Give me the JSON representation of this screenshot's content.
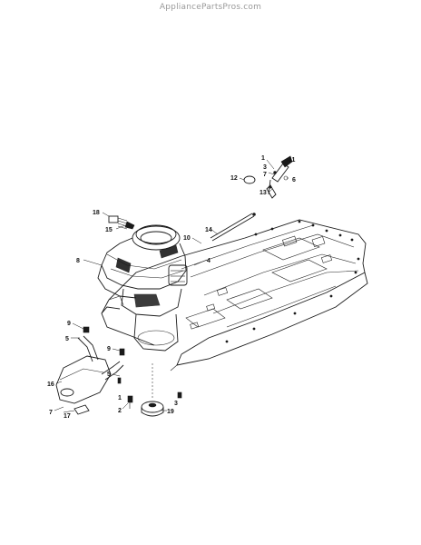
{
  "watermark": "AppliancePartsPros.com",
  "callouts": [
    {
      "id": "c1",
      "label": "1"
    },
    {
      "id": "c2",
      "label": "2"
    },
    {
      "id": "c3",
      "label": "3"
    },
    {
      "id": "c4",
      "label": "4"
    },
    {
      "id": "c5",
      "label": "5"
    },
    {
      "id": "c6",
      "label": "6"
    },
    {
      "id": "c7",
      "label": "7"
    },
    {
      "id": "c8",
      "label": "8"
    },
    {
      "id": "c9",
      "label": "9"
    },
    {
      "id": "c10",
      "label": "10"
    },
    {
      "id": "c11",
      "label": "11"
    },
    {
      "id": "c12",
      "label": "12"
    },
    {
      "id": "c13",
      "label": "13"
    },
    {
      "id": "c14",
      "label": "14"
    },
    {
      "id": "c15",
      "label": "15"
    },
    {
      "id": "c16",
      "label": "16"
    },
    {
      "id": "c17",
      "label": "17"
    },
    {
      "id": "c18",
      "label": "18"
    },
    {
      "id": "c19",
      "label": "19"
    },
    {
      "id": "c1b",
      "label": "1"
    },
    {
      "id": "c3b",
      "label": "3"
    },
    {
      "id": "c9b",
      "label": "9"
    },
    {
      "id": "c5b",
      "label": "5"
    },
    {
      "id": "c7b",
      "label": "7"
    }
  ]
}
